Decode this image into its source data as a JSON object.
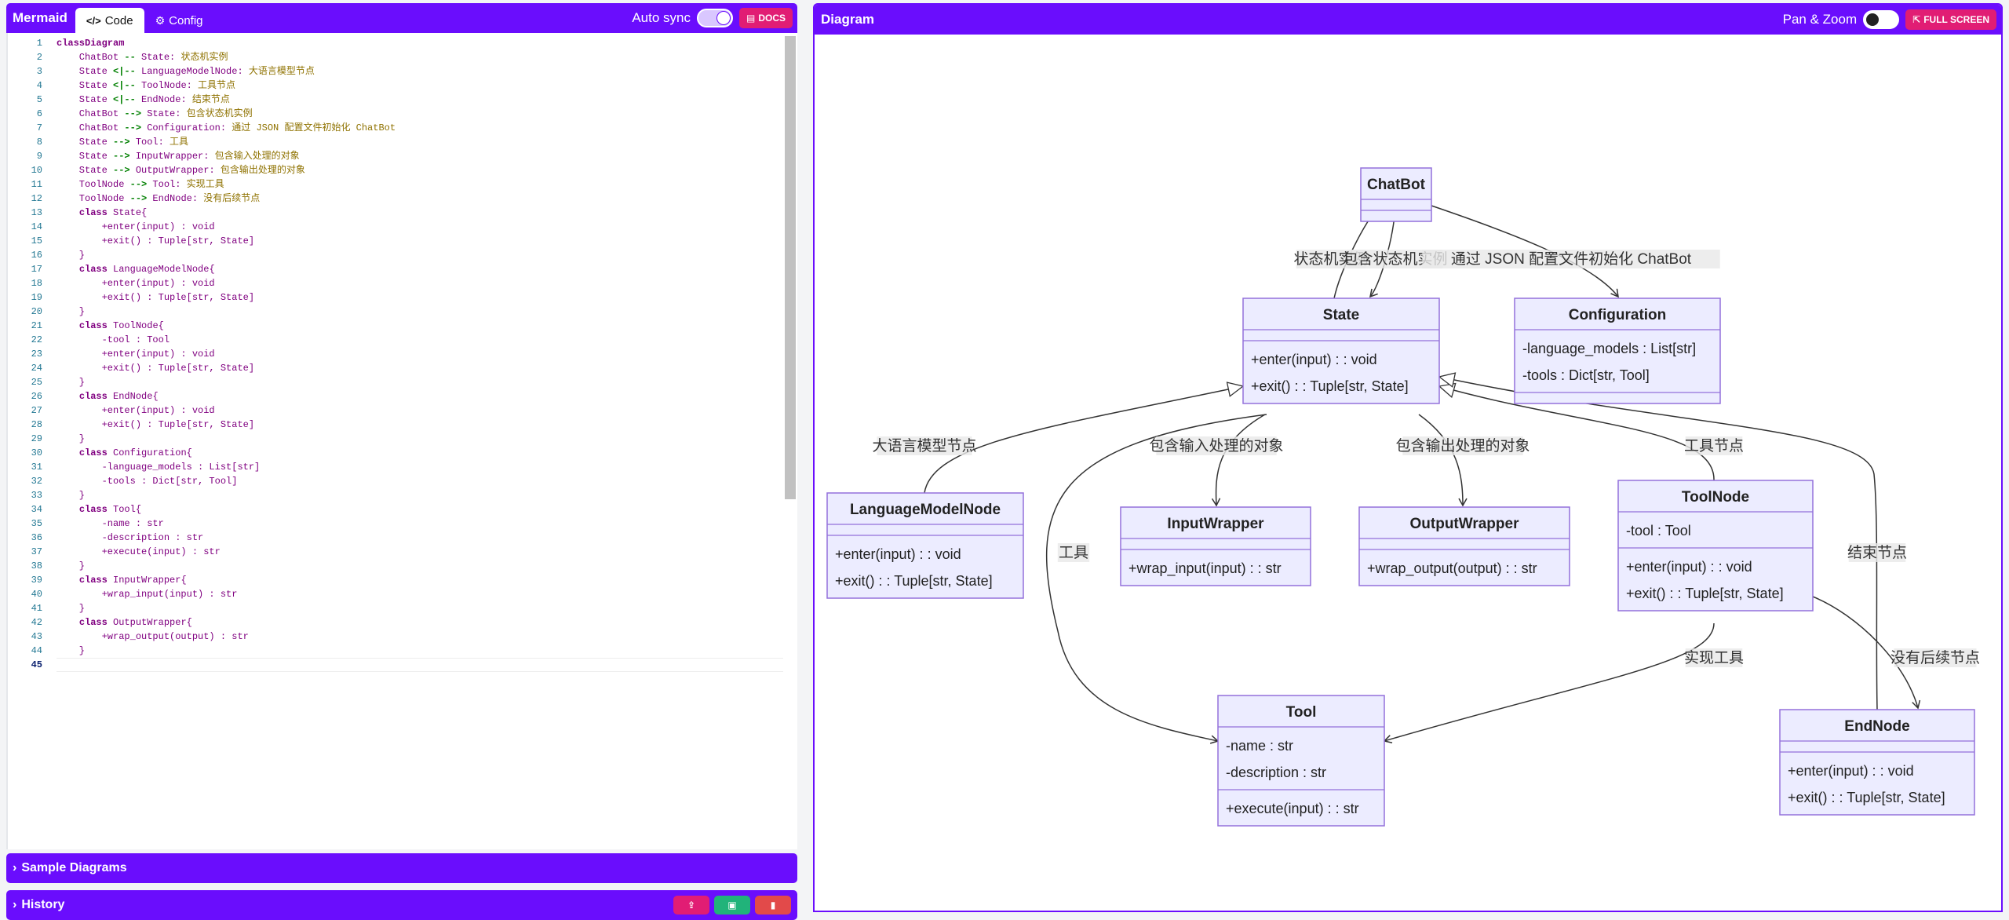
{
  "left": {
    "app_title": "Mermaid",
    "tabs": {
      "code": "Code",
      "config": "Config"
    },
    "auto_sync": "Auto sync",
    "docs": "DOCS",
    "sample_diagrams": "Sample Diagrams",
    "history": "History"
  },
  "right": {
    "title": "Diagram",
    "pan_zoom": "Pan & Zoom",
    "full_screen": "FULL SCREEN"
  },
  "editor": {
    "current_line": 45,
    "lines": [
      "classDiagram",
      "    ChatBot -- State: 状态机实例",
      "    State <|-- LanguageModelNode: 大语言模型节点",
      "    State <|-- ToolNode: 工具节点",
      "    State <|-- EndNode: 结束节点",
      "    ChatBot --> State: 包含状态机实例",
      "    ChatBot --> Configuration: 通过 JSON 配置文件初始化 ChatBot",
      "    State --> Tool: 工具",
      "    State --> InputWrapper: 包含输入处理的对象",
      "    State --> OutputWrapper: 包含输出处理的对象",
      "    ToolNode --> Tool: 实现工具",
      "    ToolNode --> EndNode: 没有后续节点",
      "    class State{",
      "        +enter(input) : void",
      "        +exit() : Tuple[str, State]",
      "    }",
      "    class LanguageModelNode{",
      "        +enter(input) : void",
      "        +exit() : Tuple[str, State]",
      "    }",
      "    class ToolNode{",
      "        -tool : Tool",
      "        +enter(input) : void",
      "        +exit() : Tuple[str, State]",
      "    }",
      "    class EndNode{",
      "        +enter(input) : void",
      "        +exit() : Tuple[str, State]",
      "    }",
      "    class Configuration{",
      "        -language_models : List[str]",
      "        -tools : Dict[str, Tool]",
      "    }",
      "    class Tool{",
      "        -name : str",
      "        -description : str",
      "        +execute(input) : str",
      "    }",
      "    class InputWrapper{",
      "        +wrap_input(input) : str",
      "    }",
      "    class OutputWrapper{",
      "        +wrap_output(output) : str",
      "    }",
      ""
    ]
  },
  "diagram": {
    "classes": {
      "ChatBot": {
        "name": "ChatBot",
        "attrs": [],
        "methods": []
      },
      "State": {
        "name": "State",
        "attrs": [],
        "methods": [
          "+enter(input) : : void",
          "+exit() : : Tuple[str, State]"
        ]
      },
      "Configuration": {
        "name": "Configuration",
        "attrs": [
          "-language_models : List[str]",
          "-tools : Dict[str, Tool]"
        ],
        "methods": []
      },
      "LanguageModelNode": {
        "name": "LanguageModelNode",
        "attrs": [],
        "methods": [
          "+enter(input) : : void",
          "+exit() : : Tuple[str, State]"
        ]
      },
      "InputWrapper": {
        "name": "InputWrapper",
        "attrs": [],
        "methods": [
          "+wrap_input(input) : : str"
        ]
      },
      "OutputWrapper": {
        "name": "OutputWrapper",
        "attrs": [],
        "methods": [
          "+wrap_output(output) : : str"
        ]
      },
      "ToolNode": {
        "name": "ToolNode",
        "attrs": [
          "-tool : Tool"
        ],
        "methods": [
          "+enter(input) : : void",
          "+exit() : : Tuple[str, State]"
        ]
      },
      "Tool": {
        "name": "Tool",
        "attrs": [
          "-name : str",
          "-description : str"
        ],
        "methods": [
          "+execute(input) : : str"
        ]
      },
      "EndNode": {
        "name": "EndNode",
        "attrs": [],
        "methods": [
          "+enter(input) : : void",
          "+exit() : : Tuple[str, State]"
        ]
      }
    },
    "edge_labels": {
      "chatbot_state": "状态机实例",
      "chatbot_state_contains": "包含状态机实例",
      "chatbot_config": "通过 JSON 配置文件初始化 ChatBot",
      "lmnode": "大语言模型节点",
      "input": "包含输入处理的对象",
      "output": "包含输出处理的对象",
      "toolnode": "工具节点",
      "tool": "工具",
      "endnode": "结束节点",
      "impl_tool": "实现工具",
      "no_next": "没有后续节点"
    },
    "colors": {
      "node_fill": "#ECECFF",
      "node_stroke": "#9370DB",
      "edge": "#333333",
      "accent": "#6a0dfd"
    }
  }
}
